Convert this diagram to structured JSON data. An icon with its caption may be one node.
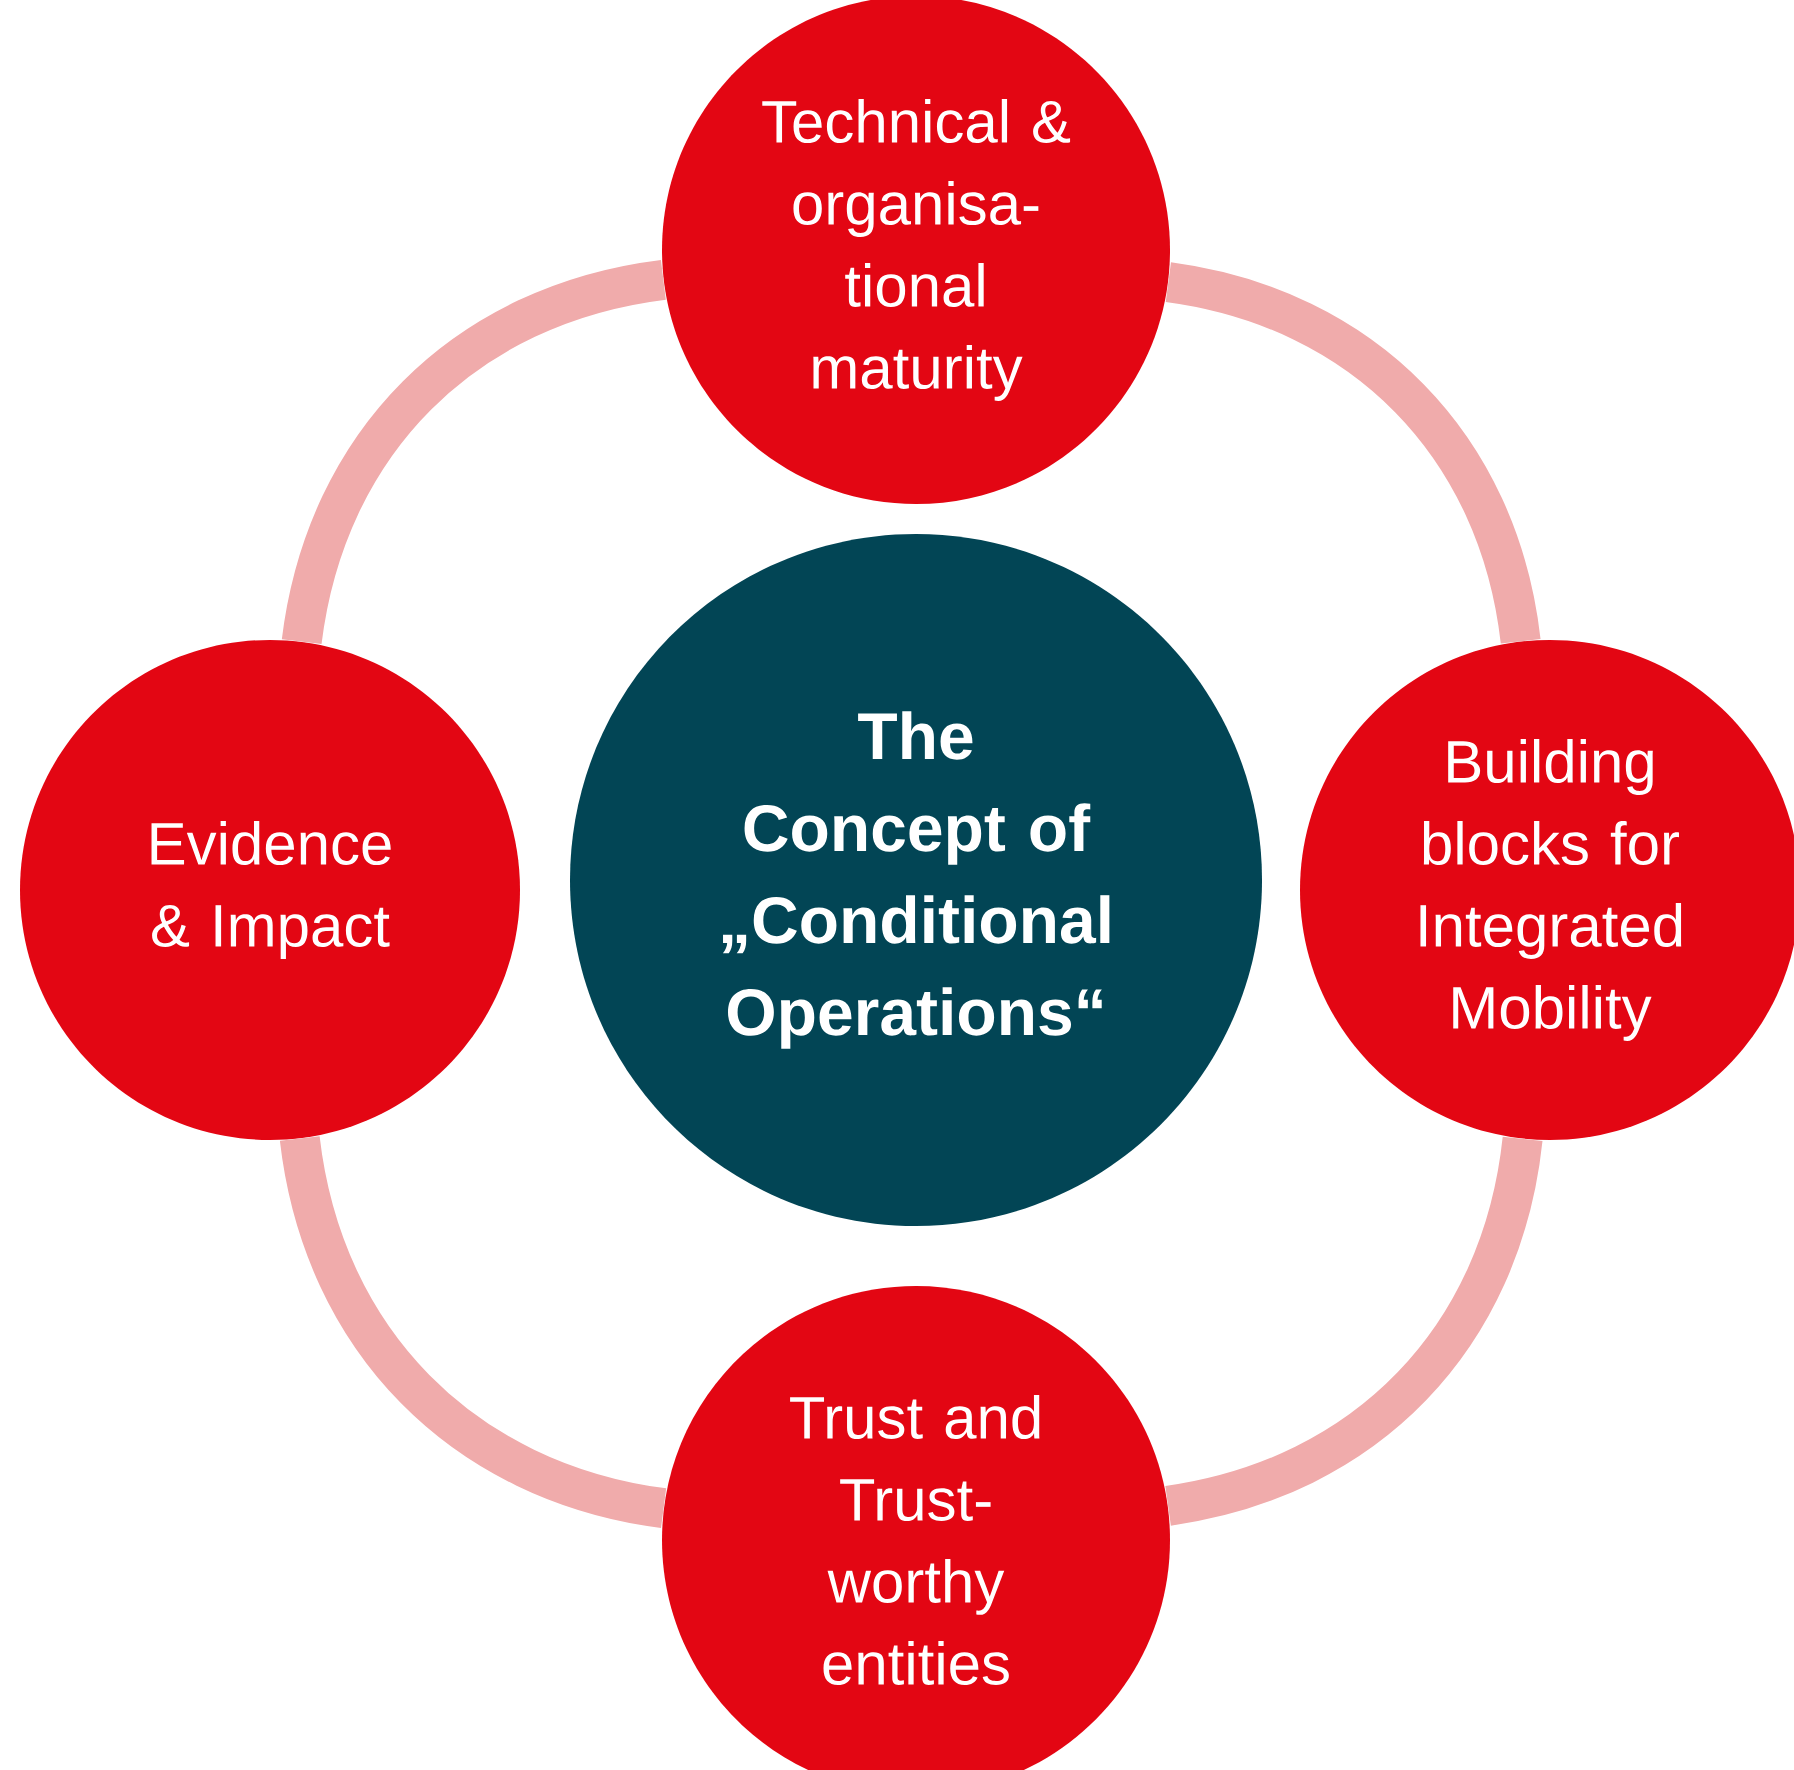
{
  "diagram": {
    "nodes": [
      {
        "text": [
          "The Concept of „Conditional Operations“"
        ]
      },
      {
        "text": [
          "Technical & organisa-tional maturity"
        ]
      },
      {
        "text": [
          "Building blocks for Integrated Mobility"
        ]
      },
      {
        "text": [
          "Trust and Trust-worthy entities"
        ]
      },
      {
        "text": [
          "Evidence & Impact"
        ]
      }
    ],
    "edges": [
      {
        "from": 1,
        "to": 2,
        "arrow": "none"
      },
      {
        "from": 2,
        "to": 3,
        "arrow": "none"
      },
      {
        "from": 3,
        "to": 4,
        "arrow": "none"
      },
      {
        "from": 4,
        "to": 1,
        "arrow": "none"
      }
    ]
  }
}
